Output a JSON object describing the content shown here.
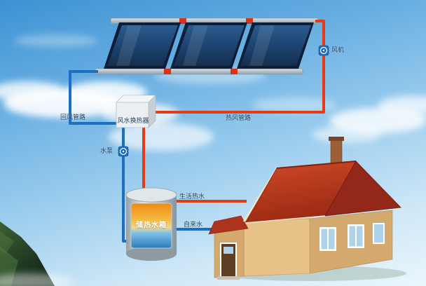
{
  "labels": {
    "fan": "风机",
    "hot_air_pipe": "热风管路",
    "return_air_pipe": "回风管路",
    "heat_exchanger": "风水换热器",
    "water_pump": "水泵",
    "storage_tank": "储热水箱",
    "domestic_hot_water": "生活热水",
    "tap_water": "自来水"
  },
  "colors": {
    "hot_pipe_red": "#e23b17",
    "cold_pipe_blue": "#1d6fc1",
    "panel_dark_blue": "#14304f",
    "roof_red": "#b93a1f",
    "wall_tan": "#e0ba83",
    "tank_hot_orange": "#f0941c",
    "tank_cold_blue": "#2e7cbe",
    "mountain_green": "#2f4f2d",
    "sky_blue": "#5aa5dd"
  },
  "components": {
    "solar_collector_panels": 3
  }
}
